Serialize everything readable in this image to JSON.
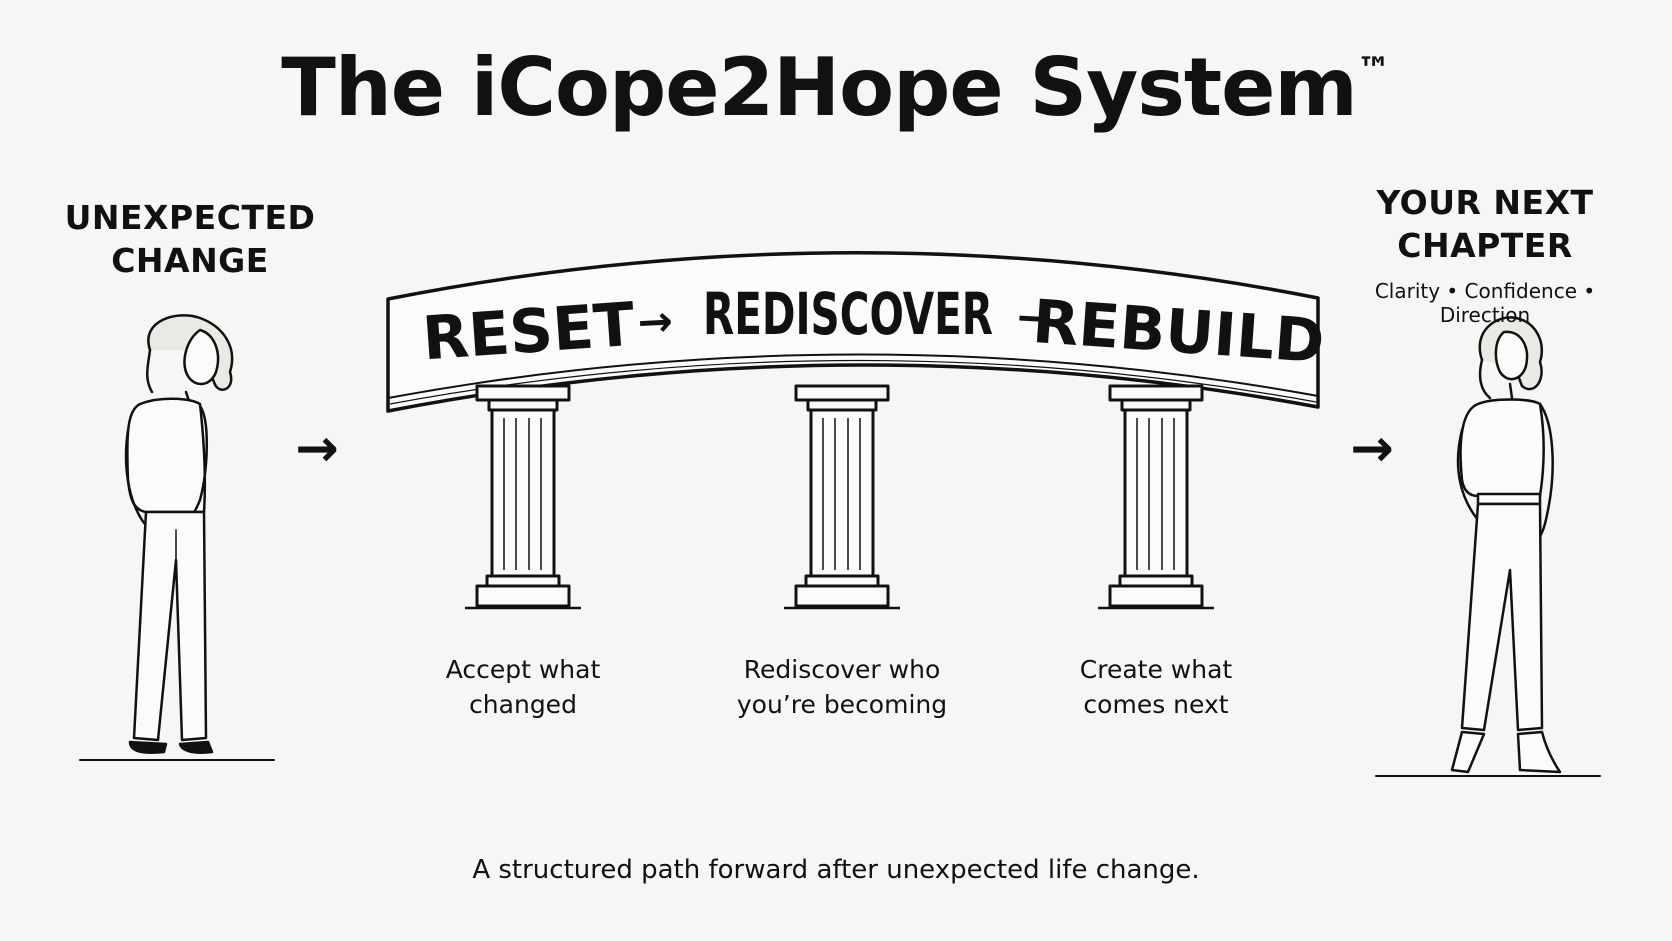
{
  "title": {
    "text": "The iCope2Hope System",
    "trademark": "™"
  },
  "left": {
    "label_line1": "UNEXPECTED",
    "label_line2": "CHANGE"
  },
  "right": {
    "label_line1": "YOUR NEXT",
    "label_line2": "CHAPTER",
    "subtitle": "Clarity • Confidence • Direction"
  },
  "banner": {
    "step1": "RESET",
    "step2": "REDISCOVER",
    "step3": "REBUILD",
    "arrow": "→"
  },
  "pillars": [
    {
      "caption_line1": "Accept what",
      "caption_line2": "changed"
    },
    {
      "caption_line1": "Rediscover who",
      "caption_line2": "you’re becoming"
    },
    {
      "caption_line1": "Create what",
      "caption_line2": "comes next"
    }
  ],
  "flow_arrow": "→",
  "footer": "A structured path forward after unexpected life change.",
  "colors": {
    "background": "#f6f6f4",
    "ink": "#111111"
  }
}
